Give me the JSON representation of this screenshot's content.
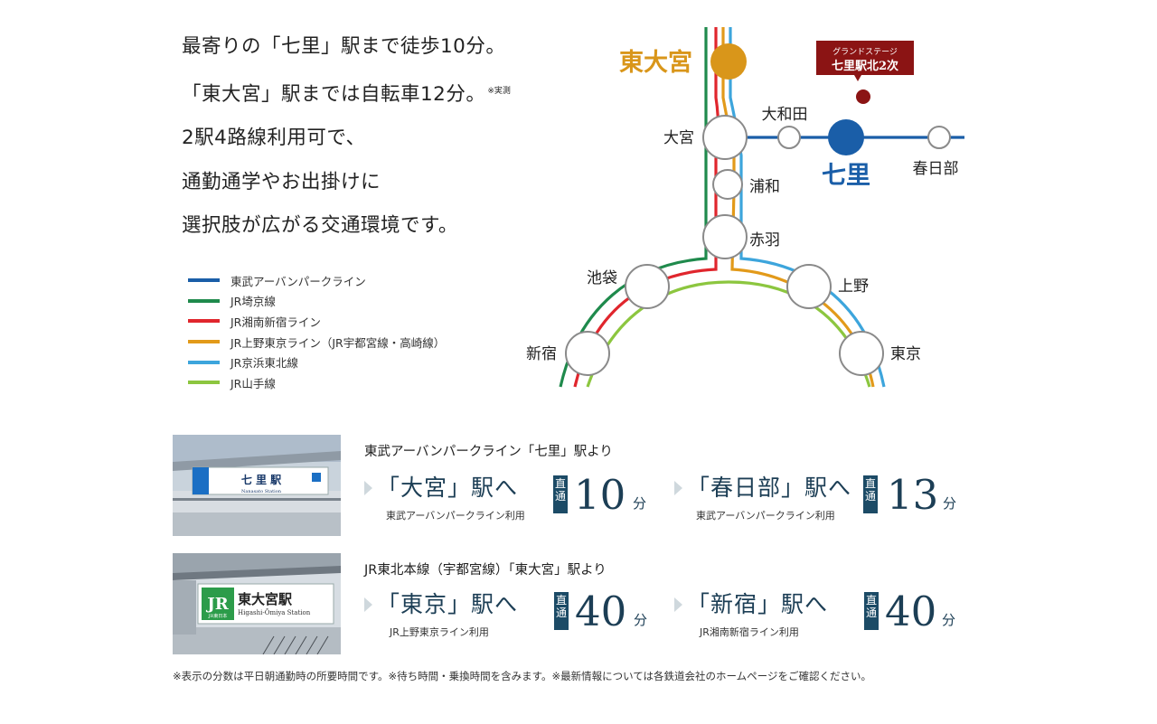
{
  "intro": {
    "lines": [
      "最寄りの「七里」駅まで徒歩10分。",
      "「東大宮」駅までは自転車12分。",
      "2駅4路線利用可で、",
      "通勤通学やお出掛けに",
      "選択肢が広がる交通環境です。"
    ],
    "note": "※実測"
  },
  "legend": [
    {
      "label": "東武アーバンパークライン",
      "color": "#1a5ea8"
    },
    {
      "label": "JR埼京線",
      "color": "#1f8a4c"
    },
    {
      "label": "JR湘南新宿ライン",
      "color": "#e0262d"
    },
    {
      "label": "JR上野東京ライン（JR宇都宮線・高崎線）",
      "color": "#e29a1a"
    },
    {
      "label": "JR京浜東北線",
      "color": "#3da5dc"
    },
    {
      "label": "JR山手線",
      "color": "#8cc63f"
    }
  ],
  "map": {
    "stations": {
      "higashi_omiya": "東大宮",
      "omiya": "大宮",
      "owada": "大和田",
      "nanasato": "七里",
      "kasukabe": "春日部",
      "urawa": "浦和",
      "akabane": "赤羽",
      "ikebukuro": "池袋",
      "ueno": "上野",
      "shinjuku": "新宿",
      "tokyo": "東京"
    },
    "property_label_line1": "グランドステージ",
    "property_label_line2": "七里駅北2次",
    "colors": {
      "tobu": "#1a5ea8",
      "saikyo": "#1f8a4c",
      "shonan": "#e0262d",
      "utsunomiya": "#e29a1a",
      "keihin": "#3da5dc",
      "yamanote": "#8cc63f",
      "higashi_omiya": "#d9961a",
      "property": "#8b1414"
    }
  },
  "routes": [
    {
      "title": "東武アーバンパークライン「七里」駅より",
      "photo": {
        "sign_main": "七 里 駅",
        "sign_sub": "Nanasato Station"
      },
      "destinations": [
        {
          "name": "「大宮」駅へ",
          "via": "東武アーバンパークライン利用",
          "badge": "直通",
          "minutes": "10",
          "unit": "分"
        },
        {
          "name": "「春日部」駅へ",
          "via": "東武アーバンパークライン利用",
          "badge": "直通",
          "minutes": "13",
          "unit": "分"
        }
      ]
    },
    {
      "title": "JR東北本線（宇都宮線）「東大宮」駅より",
      "photo": {
        "sign_main": "東大宮駅",
        "sign_sub": "Higashi-Ōmiya Station",
        "logo": "JR",
        "logo_sub": "JR東日本"
      },
      "destinations": [
        {
          "name": "「東京」駅へ",
          "via": "JR上野東京ライン利用",
          "badge": "直通",
          "minutes": "40",
          "unit": "分"
        },
        {
          "name": "「新宿」駅へ",
          "via": "JR湘南新宿ライン利用",
          "badge": "直通",
          "minutes": "40",
          "unit": "分"
        }
      ]
    }
  ],
  "footnote": "※表示の分数は平日朝通勤時の所要時間です。※待ち時間・乗換時間を含みます。※最新情報については各鉄道会社のホームページをご確認ください。"
}
